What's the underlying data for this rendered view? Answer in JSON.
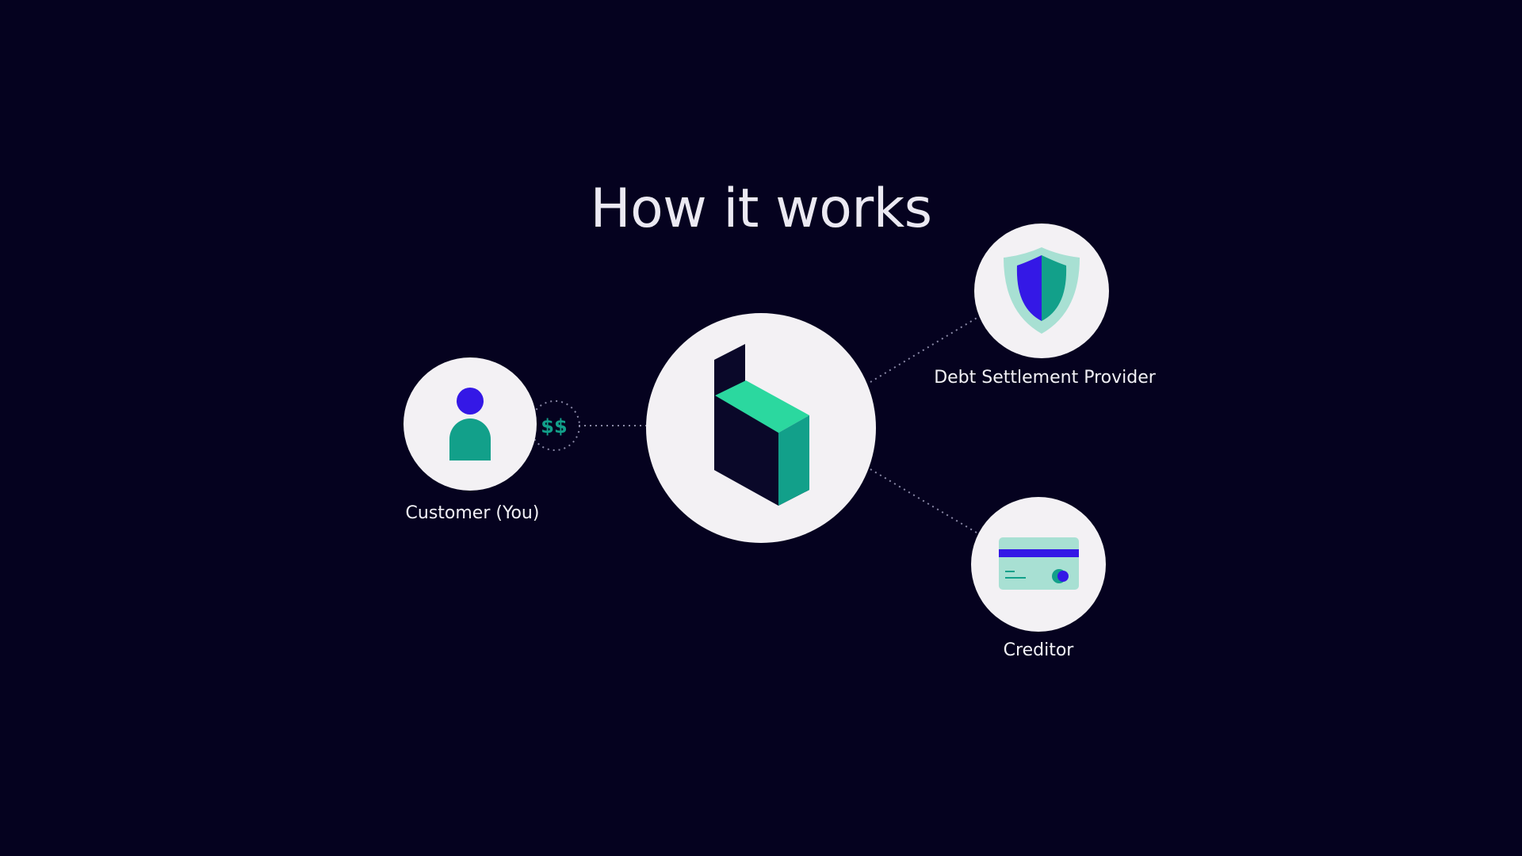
{
  "title": "How it works",
  "nodes": {
    "customer": {
      "label": "Customer (You)",
      "icon": "person-icon"
    },
    "center": {
      "icon": "brand-logo-icon"
    },
    "provider": {
      "label": "Debt Settlement Provider",
      "icon": "shield-icon"
    },
    "creditor": {
      "label": "Creditor",
      "icon": "credit-card-icon"
    }
  },
  "money_badge": {
    "text": "$$",
    "icon": "money-icon"
  },
  "colors": {
    "background": "#05021f",
    "node_fill": "#f3f1f4",
    "teal": "#12a08a",
    "mint": "#2bd89f",
    "light_mint": "#a8e0d3",
    "indigo": "#3418e6",
    "navy": "#0a0829",
    "text": "#ebe9f2"
  }
}
